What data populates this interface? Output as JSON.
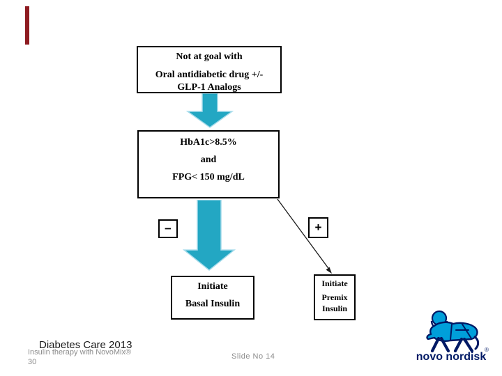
{
  "slide": {
    "accent_bar_color": "#8E1B21",
    "flowchart": {
      "arrow_color": "#23A7C3",
      "top_box": {
        "lines": [
          "Not at goal with",
          "Oral antidiabetic drug +/-",
          "GLP-1 Analogs"
        ]
      },
      "criteria_box": {
        "lines": [
          "HbA1c>8.5%",
          "and",
          "FPG< 150 mg/dL"
        ]
      },
      "minus_label": "−",
      "plus_label": "+",
      "basal_box": {
        "lines": [
          "Initiate",
          "Basal Insulin"
        ]
      },
      "premix_box": {
        "lines": [
          "Initiate",
          "Premix",
          "Insulin"
        ]
      }
    },
    "footer": {
      "reference": "Diabetes Care 2013",
      "footnote_line1": "Insulin therapy with NovoMix®",
      "footnote_line2": "30",
      "slide_number": "Slide No 14"
    },
    "logo": {
      "text": "novo nordisk",
      "registered": "®",
      "brand_navy": "#001965",
      "brand_blue": "#009FDA"
    }
  }
}
